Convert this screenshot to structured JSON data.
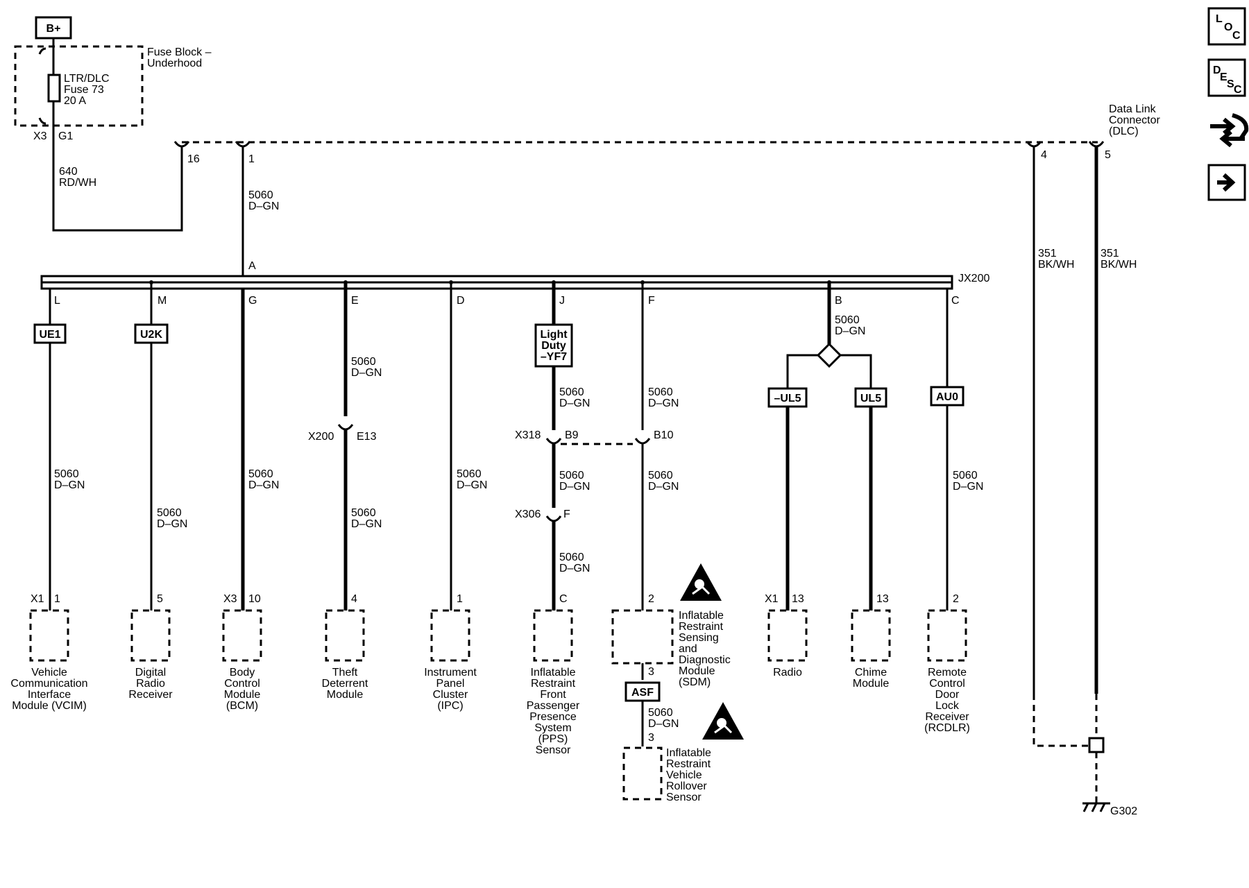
{
  "power": {
    "label": "B+"
  },
  "fuse_block": {
    "title_lines": [
      "Fuse Block –",
      "Underhood"
    ],
    "fuse_lines": [
      "LTR/DLC",
      "Fuse 73",
      "20 A"
    ],
    "pin_x3": "X3",
    "pin_g1": "G1"
  },
  "feed_wire": {
    "circuit": "640",
    "color": "RD/WH"
  },
  "pin16": "16",
  "pin1": "1",
  "main_wire": {
    "circuit": "5060",
    "color": "D–GN"
  },
  "splice": {
    "name": "JX200",
    "pin_a": "A"
  },
  "dlc": {
    "title_lines": [
      "Data Link",
      "Connector",
      "(DLC)"
    ],
    "pin4": "4",
    "pin5": "5"
  },
  "gnd_wire": {
    "circuit": "351",
    "color": "BK/WH"
  },
  "ground": {
    "label": "G302"
  },
  "option_codes": {
    "ue1": "UE1",
    "u2k": "U2K",
    "light_duty": [
      "Light",
      "Duty",
      "–YF7"
    ],
    "nul5": "–UL5",
    "ul5": "UL5",
    "au0": "AU0",
    "asf": "ASF"
  },
  "branches": [
    {
      "splice_pin": "L",
      "wire": "5060",
      "color": "D–GN",
      "conn": "X1",
      "pin": "1",
      "module": [
        "Vehicle",
        "Communication",
        "Interface",
        "Module (VCIM)"
      ]
    },
    {
      "splice_pin": "M",
      "wire": "5060",
      "color": "D–GN",
      "conn": "",
      "pin": "5",
      "module": [
        "Digital",
        "Radio",
        "Receiver"
      ]
    },
    {
      "splice_pin": "G",
      "wire": "5060",
      "color": "D–GN",
      "conn": "X3",
      "pin": "10",
      "module": [
        "Body",
        "Control",
        "Module",
        "(BCM)"
      ]
    },
    {
      "splice_pin": "E",
      "wire": "5060",
      "color": "D–GN",
      "conn": "",
      "pin": "4",
      "module": [
        "Theft",
        "Deterrent",
        "Module"
      ],
      "inline": {
        "conn": "X200",
        "pin": "E13"
      }
    },
    {
      "splice_pin": "D",
      "wire": "5060",
      "color": "D–GN",
      "conn": "",
      "pin": "1",
      "module": [
        "Instrument",
        "Panel",
        "Cluster",
        "(IPC)"
      ]
    },
    {
      "splice_pin": "J",
      "wire": "5060",
      "color": "D–GN",
      "conn": "",
      "pin": "C",
      "module": [
        "Inflatable",
        "Restraint",
        "Front",
        "Passenger",
        "Presence",
        "System",
        "(PPS)",
        "Sensor"
      ]
    },
    {
      "splice_pin": "F",
      "wire": "5060",
      "color": "D–GN",
      "conn": "",
      "pin": "2",
      "module": [
        "Inflatable",
        "Restraint",
        "Sensing",
        "and",
        "Diagnostic",
        "Module",
        "(SDM)"
      ]
    },
    {
      "splice_pin": "B",
      "wire": "5060",
      "color": "D–GN",
      "conn": "X1",
      "pin": "13",
      "module": [
        "Radio"
      ]
    },
    {
      "splice_pin": "",
      "wire": "",
      "color": "",
      "conn": "",
      "pin": "13",
      "module": [
        "Chime",
        "Module"
      ]
    },
    {
      "splice_pin": "C",
      "wire": "5060",
      "color": "D–GN",
      "conn": "",
      "pin": "2",
      "module": [
        "Remote",
        "Control",
        "Door",
        "Lock",
        "Receiver",
        "(RCDLR)"
      ]
    }
  ],
  "x318": {
    "conn": "X318",
    "pin_b9": "B9",
    "pin_b10": "B10"
  },
  "x306": {
    "conn": "X306",
    "pin": "F"
  },
  "sdm_pin3": "3",
  "rollover": {
    "pin": "3",
    "module": [
      "Inflatable",
      "Restraint",
      "Vehicle",
      "Rollover",
      "Sensor"
    ]
  },
  "side_buttons": {
    "loc": [
      "L",
      "O",
      "C"
    ],
    "desc": [
      "D",
      "E",
      "S",
      "C"
    ]
  }
}
